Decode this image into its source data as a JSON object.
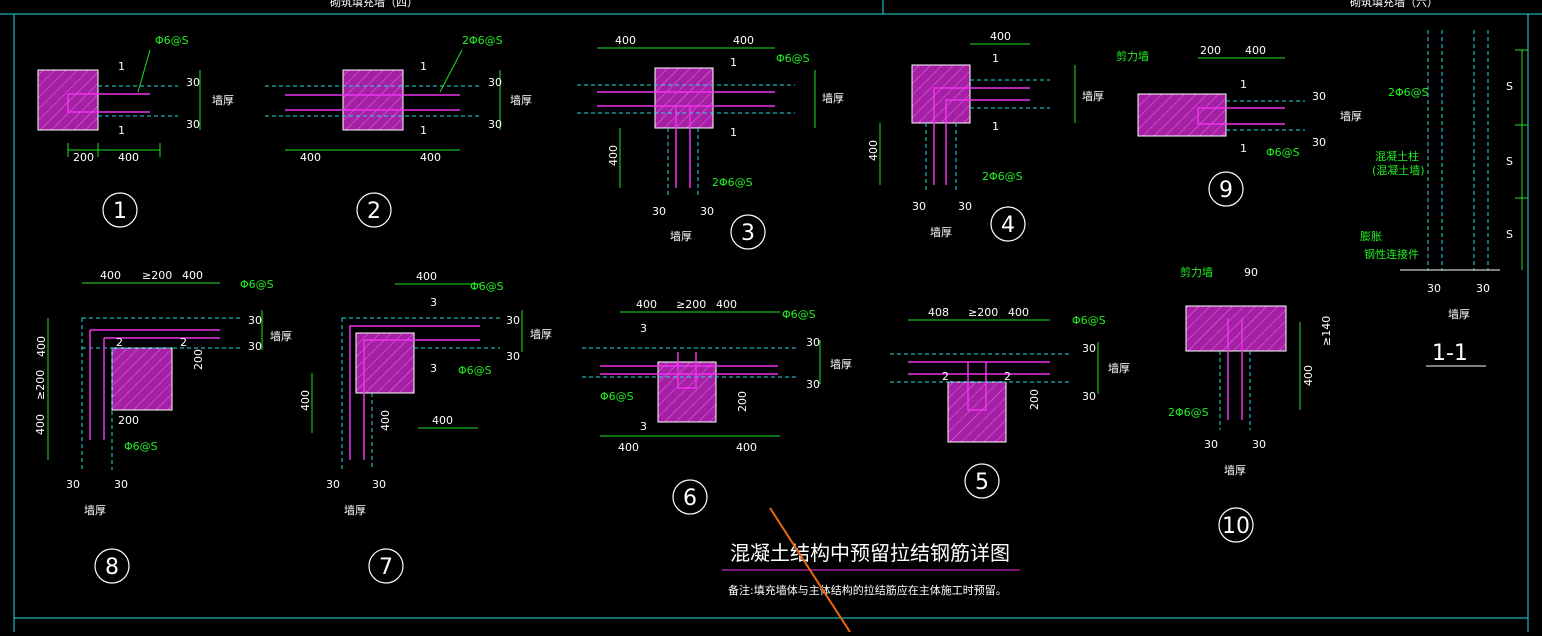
{
  "header": {
    "left": "砌筑填充墙（四）",
    "right": "砌筑填充墙（六）"
  },
  "dims": {
    "d400": "400",
    "d200": "200",
    "d30": "30",
    "d90": "90",
    "d408": "408",
    "ge200": "≥200",
    "ge140": "≥140"
  },
  "labels": {
    "tie": "Φ6@S",
    "tie2": "2Φ6@S",
    "wall_th": "墙厚",
    "s": "S",
    "shear_wall": "剪力墙",
    "conc_col": "混凝土柱",
    "conc_col2": "(混凝土墙)",
    "bolt": "膨胀",
    "bolt2": "钢性连接件",
    "l1": "1",
    "l2": "2",
    "l3": "3"
  },
  "details": {
    "n1": "1",
    "n2": "2",
    "n3": "3",
    "n4": "4",
    "n5": "5",
    "n6": "6",
    "n7": "7",
    "n8": "8",
    "n9": "9",
    "n10": "10",
    "section": "1-1"
  },
  "title": "混凝土结构中预留拉结钢筋详图",
  "note": "备注:填充墙体与主体结构的拉结筋应在主体施工时预留。",
  "colors": {
    "dim": "#22dd22",
    "rebar": "#ee33ee",
    "wall": "#22dddd",
    "col": "#cc22cc",
    "text": "#ffffff"
  }
}
